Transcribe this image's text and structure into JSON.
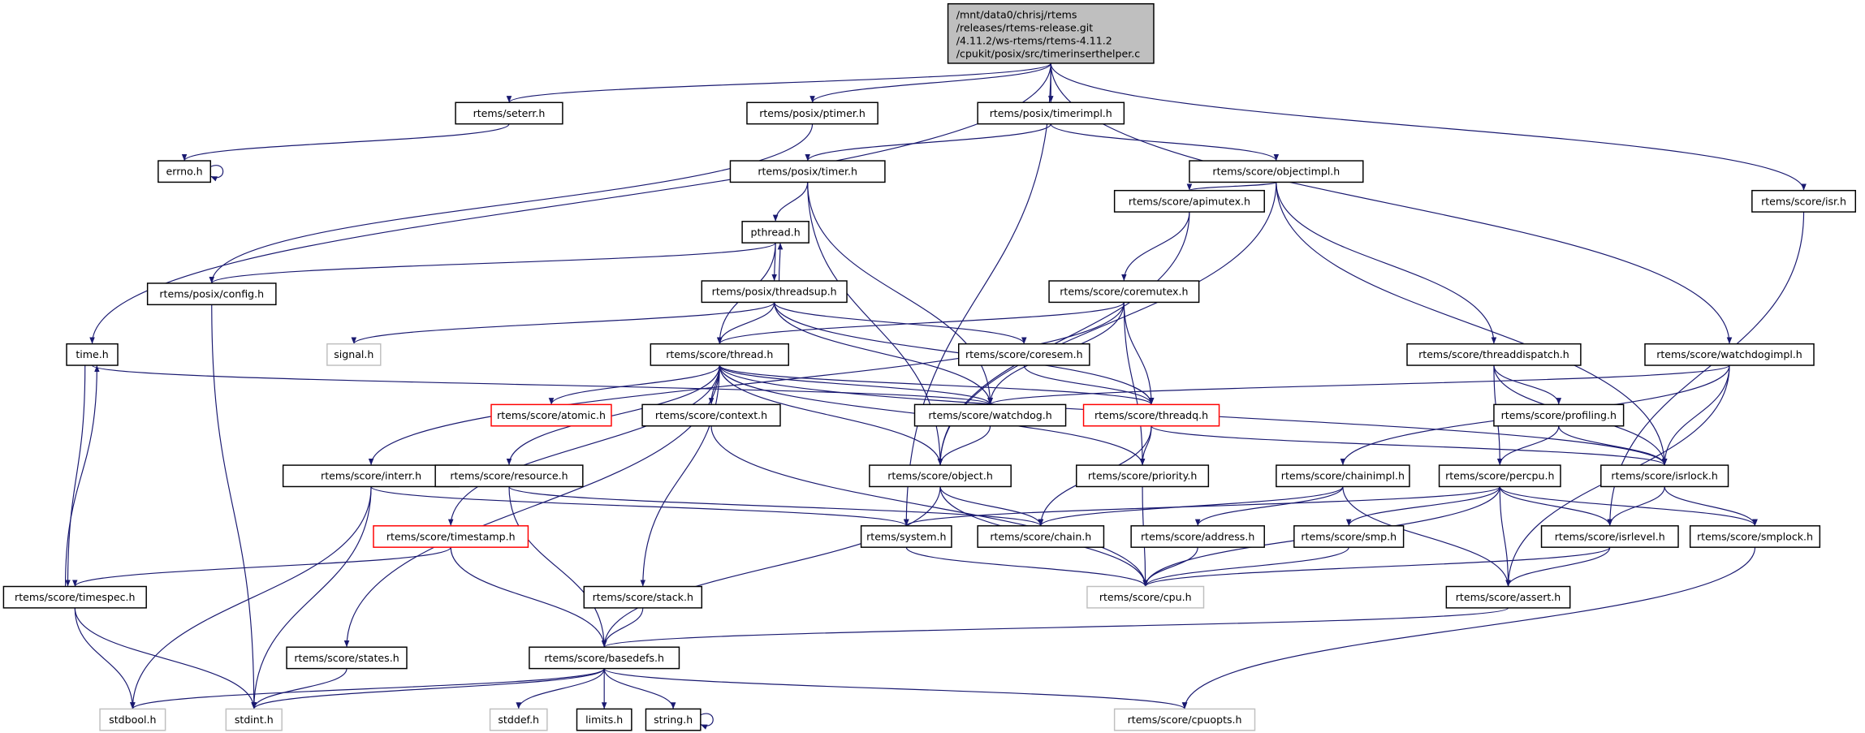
{
  "colors": {
    "edge": "#191970",
    "normal_border": "#000000",
    "missing_border": "#bfbfbf",
    "incomplete_border": "#ff0000",
    "root_fill": "#bfbfbf"
  },
  "nodes": [
    {
      "id": "root",
      "label": "/mnt/data0/chrisj/rtems\n/releases/rtems-release.git\n/4.11.2/ws-rtems/rtems-4.11.2\n/cpukit/posix/src/timerinserthelper.c",
      "style": "root"
    },
    {
      "id": "seterr",
      "label": "rtems/seterr.h",
      "style": "normal"
    },
    {
      "id": "ptimer",
      "label": "rtems/posix/ptimer.h",
      "style": "normal"
    },
    {
      "id": "timerimpl",
      "label": "rtems/posix/timerimpl.h",
      "style": "normal"
    },
    {
      "id": "errno",
      "label": "errno.h",
      "style": "normal"
    },
    {
      "id": "ptimerh",
      "label": "rtems/posix/timer.h",
      "style": "normal"
    },
    {
      "id": "objectimpl",
      "label": "rtems/score/objectimpl.h",
      "style": "normal"
    },
    {
      "id": "isr",
      "label": "rtems/score/isr.h",
      "style": "normal"
    },
    {
      "id": "pthread",
      "label": "pthread.h",
      "style": "normal"
    },
    {
      "id": "apimutex",
      "label": "rtems/score/apimutex.h",
      "style": "normal"
    },
    {
      "id": "pconfig",
      "label": "rtems/posix/config.h",
      "style": "normal"
    },
    {
      "id": "threadsup",
      "label": "rtems/posix/threadsup.h",
      "style": "normal"
    },
    {
      "id": "coremutex",
      "label": "rtems/score/coremutex.h",
      "style": "normal"
    },
    {
      "id": "time",
      "label": "time.h",
      "style": "normal"
    },
    {
      "id": "signal",
      "label": "signal.h",
      "style": "missing"
    },
    {
      "id": "thread",
      "label": "rtems/score/thread.h",
      "style": "normal"
    },
    {
      "id": "coresem",
      "label": "rtems/score/coresem.h",
      "style": "normal"
    },
    {
      "id": "threaddispatch",
      "label": "rtems/score/threaddispatch.h",
      "style": "normal"
    },
    {
      "id": "watchdogimpl",
      "label": "rtems/score/watchdogimpl.h",
      "style": "normal"
    },
    {
      "id": "atomic",
      "label": "rtems/score/atomic.h",
      "style": "incomplete"
    },
    {
      "id": "context",
      "label": "rtems/score/context.h",
      "style": "normal"
    },
    {
      "id": "watchdog",
      "label": "rtems/score/watchdog.h",
      "style": "normal"
    },
    {
      "id": "threadq",
      "label": "rtems/score/threadq.h",
      "style": "incomplete"
    },
    {
      "id": "profiling",
      "label": "rtems/score/profiling.h",
      "style": "normal"
    },
    {
      "id": "interr",
      "label": "rtems/score/interr.h",
      "style": "normal"
    },
    {
      "id": "resource",
      "label": "rtems/score/resource.h",
      "style": "normal"
    },
    {
      "id": "object",
      "label": "rtems/score/object.h",
      "style": "normal"
    },
    {
      "id": "priority",
      "label": "rtems/score/priority.h",
      "style": "normal"
    },
    {
      "id": "chainimpl",
      "label": "rtems/score/chainimpl.h",
      "style": "normal"
    },
    {
      "id": "percpu",
      "label": "rtems/score/percpu.h",
      "style": "normal"
    },
    {
      "id": "isrlock",
      "label": "rtems/score/isrlock.h",
      "style": "normal"
    },
    {
      "id": "timestamp",
      "label": "rtems/score/timestamp.h",
      "style": "incomplete"
    },
    {
      "id": "system",
      "label": "rtems/system.h",
      "style": "normal"
    },
    {
      "id": "chain",
      "label": "rtems/score/chain.h",
      "style": "normal"
    },
    {
      "id": "address",
      "label": "rtems/score/address.h",
      "style": "normal"
    },
    {
      "id": "smp",
      "label": "rtems/score/smp.h",
      "style": "normal"
    },
    {
      "id": "isrlevel",
      "label": "rtems/score/isrlevel.h",
      "style": "normal"
    },
    {
      "id": "smplock",
      "label": "rtems/score/smplock.h",
      "style": "normal"
    },
    {
      "id": "timespec",
      "label": "rtems/score/timespec.h",
      "style": "normal"
    },
    {
      "id": "stack",
      "label": "rtems/score/stack.h",
      "style": "normal"
    },
    {
      "id": "cpu",
      "label": "rtems/score/cpu.h",
      "style": "missing"
    },
    {
      "id": "assert",
      "label": "rtems/score/assert.h",
      "style": "normal"
    },
    {
      "id": "states",
      "label": "rtems/score/states.h",
      "style": "normal"
    },
    {
      "id": "basedefs",
      "label": "rtems/score/basedefs.h",
      "style": "normal"
    },
    {
      "id": "stdbool",
      "label": "stdbool.h",
      "style": "missing"
    },
    {
      "id": "stdint",
      "label": "stdint.h",
      "style": "missing"
    },
    {
      "id": "stddef",
      "label": "stddef.h",
      "style": "missing"
    },
    {
      "id": "limits",
      "label": "limits.h",
      "style": "normal"
    },
    {
      "id": "string",
      "label": "string.h",
      "style": "normal"
    },
    {
      "id": "cpuopts",
      "label": "rtems/score/cpuopts.h",
      "style": "missing"
    }
  ],
  "edges": [
    [
      "root",
      "time"
    ],
    [
      "root",
      "seterr"
    ],
    [
      "root",
      "ptimer"
    ],
    [
      "root",
      "timerimpl"
    ],
    [
      "root",
      "system"
    ],
    [
      "root",
      "watchdogimpl"
    ],
    [
      "root",
      "isr"
    ],
    [
      "seterr",
      "errno"
    ],
    [
      "errno",
      "errno"
    ],
    [
      "ptimer",
      "pconfig"
    ],
    [
      "timerimpl",
      "ptimerh"
    ],
    [
      "timerimpl",
      "objectimpl"
    ],
    [
      "ptimerh",
      "pthread"
    ],
    [
      "ptimerh",
      "watchdog"
    ],
    [
      "ptimerh",
      "object"
    ],
    [
      "pthread",
      "pconfig"
    ],
    [
      "pthread",
      "threadsup"
    ],
    [
      "pthread",
      "thread"
    ],
    [
      "threadsup",
      "pthread"
    ],
    [
      "threadsup",
      "signal"
    ],
    [
      "threadsup",
      "thread"
    ],
    [
      "threadsup",
      "coresem"
    ],
    [
      "threadsup",
      "watchdog"
    ],
    [
      "threadsup",
      "threadq"
    ],
    [
      "pconfig",
      "stdint"
    ],
    [
      "objectimpl",
      "apimutex"
    ],
    [
      "objectimpl",
      "threaddispatch"
    ],
    [
      "objectimpl",
      "object"
    ],
    [
      "objectimpl",
      "isrlock"
    ],
    [
      "apimutex",
      "coremutex"
    ],
    [
      "apimutex",
      "object"
    ],
    [
      "coremutex",
      "thread"
    ],
    [
      "coremutex",
      "interr"
    ],
    [
      "coremutex",
      "watchdog"
    ],
    [
      "coremutex",
      "threadq"
    ],
    [
      "coremutex",
      "priority"
    ],
    [
      "time",
      "timespec"
    ],
    [
      "time",
      "watchdog"
    ],
    [
      "thread",
      "atomic"
    ],
    [
      "thread",
      "context"
    ],
    [
      "thread",
      "watchdog"
    ],
    [
      "thread",
      "threadq"
    ],
    [
      "thread",
      "object"
    ],
    [
      "thread",
      "priority"
    ],
    [
      "thread",
      "isrlock"
    ],
    [
      "thread",
      "resource"
    ],
    [
      "thread",
      "timestamp"
    ],
    [
      "thread",
      "stack"
    ],
    [
      "thread",
      "states"
    ],
    [
      "coresem",
      "threadq"
    ],
    [
      "threaddispatch",
      "profiling"
    ],
    [
      "threaddispatch",
      "percpu"
    ],
    [
      "threaddispatch",
      "isrlock"
    ],
    [
      "watchdogimpl",
      "watchdog"
    ],
    [
      "watchdogimpl",
      "chainimpl"
    ],
    [
      "watchdogimpl",
      "isrlock"
    ],
    [
      "watchdogimpl",
      "assert"
    ],
    [
      "isr",
      "isrlevel"
    ],
    [
      "context",
      "cpu"
    ],
    [
      "watchdog",
      "object"
    ],
    [
      "threadq",
      "priority"
    ],
    [
      "threadq",
      "chain"
    ],
    [
      "threadq",
      "isrlock"
    ],
    [
      "profiling",
      "percpu"
    ],
    [
      "profiling",
      "isrlock"
    ],
    [
      "interr",
      "system"
    ],
    [
      "interr",
      "stdbool"
    ],
    [
      "interr",
      "stdint"
    ],
    [
      "resource",
      "chain"
    ],
    [
      "resource",
      "basedefs"
    ],
    [
      "object",
      "chain"
    ],
    [
      "object",
      "cpu"
    ],
    [
      "object",
      "basedefs"
    ],
    [
      "priority",
      "cpu"
    ],
    [
      "isrlock",
      "isrlevel"
    ],
    [
      "isrlock",
      "smplock"
    ],
    [
      "chainimpl",
      "address"
    ],
    [
      "chainimpl",
      "assert"
    ],
    [
      "chainimpl",
      "chain"
    ],
    [
      "percpu",
      "system"
    ],
    [
      "percpu",
      "cpu"
    ],
    [
      "percpu",
      "smp"
    ],
    [
      "percpu",
      "assert"
    ],
    [
      "percpu",
      "isrlevel"
    ],
    [
      "percpu",
      "smplock"
    ],
    [
      "timestamp",
      "timespec"
    ],
    [
      "timestamp",
      "basedefs"
    ],
    [
      "system",
      "cpu"
    ],
    [
      "address",
      "cpu"
    ],
    [
      "smp",
      "cpu"
    ],
    [
      "isrlevel",
      "cpu"
    ],
    [
      "isrlevel",
      "assert"
    ],
    [
      "smplock",
      "cpuopts"
    ],
    [
      "timespec",
      "time"
    ],
    [
      "timespec",
      "stdbool"
    ],
    [
      "timespec",
      "stdint"
    ],
    [
      "stack",
      "basedefs"
    ],
    [
      "assert",
      "basedefs"
    ],
    [
      "states",
      "stdint"
    ],
    [
      "basedefs",
      "stdbool"
    ],
    [
      "basedefs",
      "stdint"
    ],
    [
      "basedefs",
      "stddef"
    ],
    [
      "basedefs",
      "limits"
    ],
    [
      "basedefs",
      "string"
    ],
    [
      "basedefs",
      "cpuopts"
    ],
    [
      "string",
      "string"
    ]
  ]
}
